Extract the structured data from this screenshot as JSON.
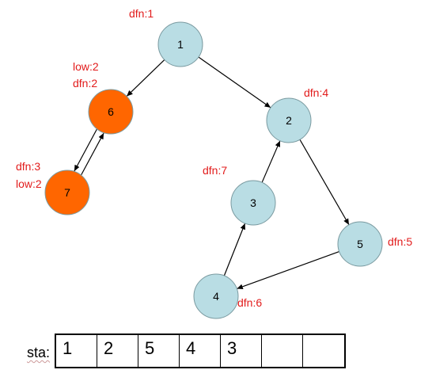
{
  "nodes": [
    {
      "id": "1",
      "label": "1",
      "color": "#b9dde4"
    },
    {
      "id": "6",
      "label": "6",
      "color": "#ff6600"
    },
    {
      "id": "2",
      "label": "2",
      "color": "#b9dde4"
    },
    {
      "id": "7",
      "label": "7",
      "color": "#ff6600"
    },
    {
      "id": "3",
      "label": "3",
      "color": "#b9dde4"
    },
    {
      "id": "5",
      "label": "5",
      "color": "#b9dde4"
    },
    {
      "id": "4",
      "label": "4",
      "color": "#b9dde4"
    }
  ],
  "edges": [
    {
      "from": "1",
      "to": "6"
    },
    {
      "from": "1",
      "to": "2"
    },
    {
      "from": "6",
      "to": "7"
    },
    {
      "from": "7",
      "to": "6"
    },
    {
      "from": "2",
      "to": "5"
    },
    {
      "from": "5",
      "to": "4"
    },
    {
      "from": "4",
      "to": "3"
    },
    {
      "from": "3",
      "to": "2"
    }
  ],
  "annotations": [
    {
      "id": "n1-dfn",
      "text": "dfn:1"
    },
    {
      "id": "n6-low",
      "text": "low:2"
    },
    {
      "id": "n6-dfn",
      "text": "dfn:2"
    },
    {
      "id": "n2-dfn",
      "text": "dfn:4"
    },
    {
      "id": "n7-dfn",
      "text": "dfn:3"
    },
    {
      "id": "n7-low",
      "text": "low:2"
    },
    {
      "id": "n3-dfn",
      "text": "dfn:7"
    },
    {
      "id": "n5-dfn",
      "text": "dfn:5"
    },
    {
      "id": "n4-dfn",
      "text": "dfn:6"
    }
  ],
  "stack": {
    "title": "sta:",
    "cells": [
      "1",
      "2",
      "5",
      "4",
      "3",
      "",
      ""
    ]
  },
  "colors": {
    "edge": "#000000",
    "annotation": "#e21b1b",
    "node_default": "#b9dde4",
    "node_highlight": "#ff6600"
  }
}
